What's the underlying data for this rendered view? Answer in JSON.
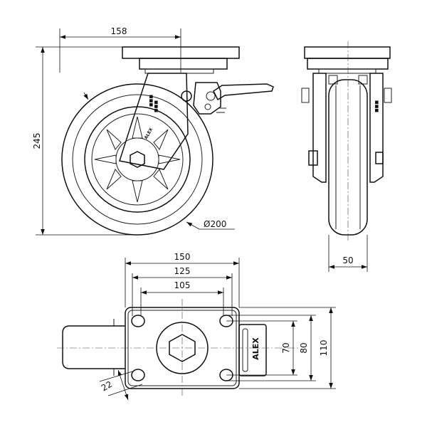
{
  "drawing": {
    "brand_text": "ALEX",
    "marking_text": "ALEX",
    "dimensions": {
      "plate_width": "158",
      "total_height": "245",
      "wheel_diameter": "Ø200",
      "wheel_width": "50",
      "plate_length": "150",
      "bolt_spacing_long_outer": "125",
      "bolt_spacing_long_inner": "105",
      "bolt_spacing_short_inner": "70",
      "bolt_spacing_short_outer": "80",
      "plate_depth": "110",
      "bolt_hole": "22"
    }
  }
}
